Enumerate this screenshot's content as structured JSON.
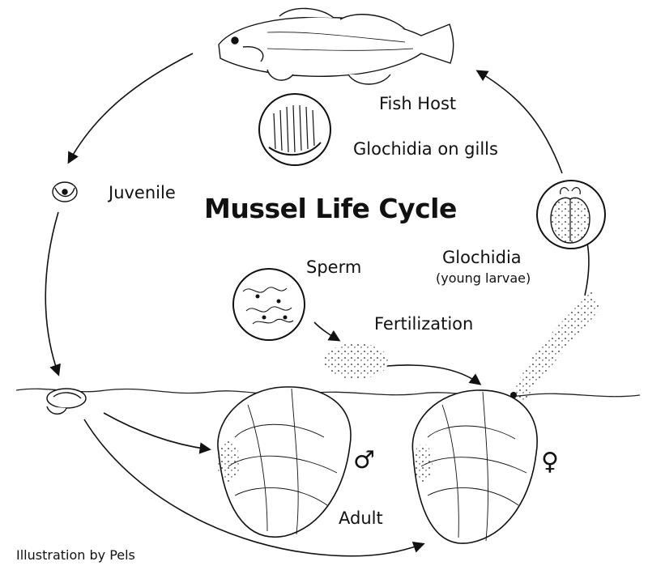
{
  "diagram": {
    "title": "Mussel Life Cycle",
    "credit": "Illustration by Pels",
    "stages": {
      "fish_host": "Fish Host",
      "glochidia_on_gills": "Glochidia on gills",
      "juvenile": "Juvenile",
      "glochidia": "Glochidia",
      "glochidia_note": "(young larvae)",
      "sperm": "Sperm",
      "fertilization": "Fertilization",
      "adult": "Adult"
    },
    "symbols": {
      "male": "♂",
      "female": "♀"
    }
  }
}
